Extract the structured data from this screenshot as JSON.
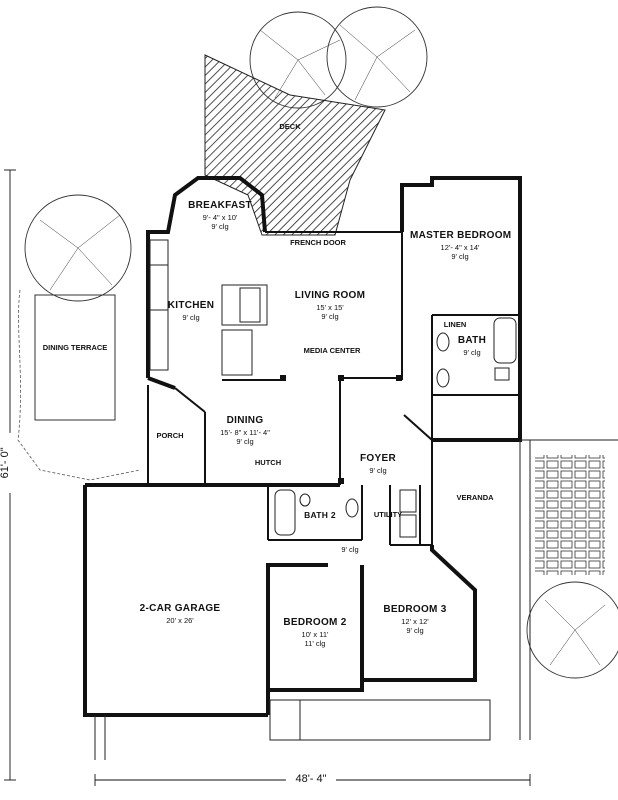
{
  "plan": {
    "rooms": {
      "breakfast": {
        "name": "BREAKFAST",
        "dim": "9'- 4\" x 10'",
        "clg": "9' clg"
      },
      "kitchen": {
        "name": "KITCHEN",
        "clg": "9' clg"
      },
      "living": {
        "name": "LIVING ROOM",
        "dim": "15' x 15'",
        "clg": "9' clg"
      },
      "master": {
        "name": "MASTER BEDROOM",
        "dim": "12'- 4\" x 14'",
        "clg": "9' clg"
      },
      "bath": {
        "name": "BATH",
        "clg": "9' clg"
      },
      "dining": {
        "name": "DINING",
        "dim": "15'- 8\" x 11'- 4\"",
        "clg": "9' clg"
      },
      "foyer": {
        "name": "FOYER",
        "clg": "9' clg"
      },
      "bath2": {
        "name": "BATH 2"
      },
      "hall": {
        "clg": "9' clg"
      },
      "garage": {
        "name": "2-CAR GARAGE",
        "dim": "20' x 26'"
      },
      "bedroom2": {
        "name": "BEDROOM 2",
        "dim": "10' x 11'",
        "clg": "11' clg"
      },
      "bedroom3": {
        "name": "BEDROOM 3",
        "dim": "12' x 12'",
        "clg": "9' clg"
      }
    },
    "labels": {
      "deck": "DECK",
      "french_door": "FRENCH DOOR",
      "media_center": "MEDIA CENTER",
      "linen": "LINEN",
      "porch": "PORCH",
      "hutch": "HUTCH",
      "utility": "UTILITY",
      "veranda": "VERANDA",
      "dining_terrace": "DINING TERRACE"
    },
    "dimensions": {
      "depth": "61'- 0\"",
      "width": "48'- 4\""
    }
  }
}
